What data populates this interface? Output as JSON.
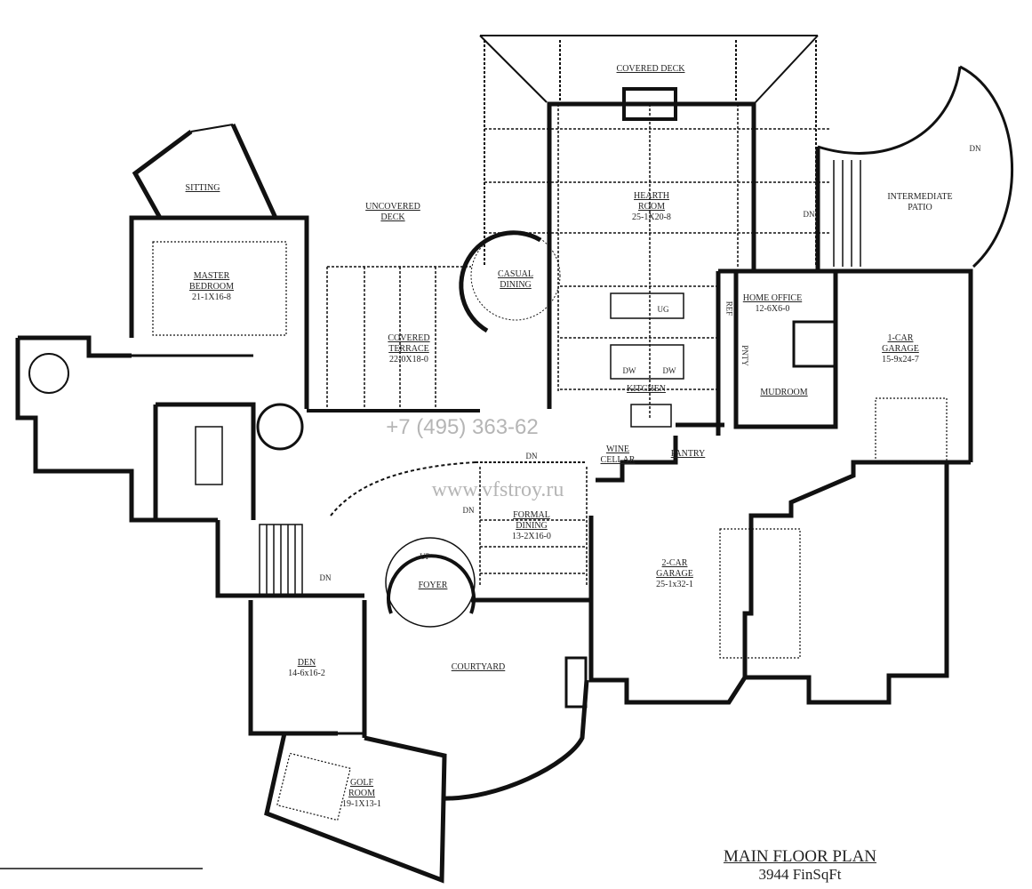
{
  "plan": {
    "title": "MAIN FLOOR PLAN",
    "area": "3944 FinSqFt"
  },
  "rooms": {
    "covered_deck": {
      "name": "COVERED DECK"
    },
    "sitting": {
      "name": "SITTING"
    },
    "uncovered_deck": {
      "name": "UNCOVERED DECK"
    },
    "hearth_room": {
      "name": "HEARTH ROOM",
      "dims": "25-1X20-8"
    },
    "intermediate_patio": {
      "name": "INTERMEDIATE PATIO"
    },
    "master_bedroom": {
      "name": "MASTER BEDROOM",
      "dims": "21-1X16-8"
    },
    "casual_dining": {
      "name": "CASUAL DINING"
    },
    "covered_terrace": {
      "name": "COVERED TERRACE",
      "dims": "22-0X18-0"
    },
    "home_office": {
      "name": "HOME OFFICE",
      "dims": "12-6X6-0"
    },
    "one_car_garage": {
      "name": "1-CAR GARAGE",
      "dims": "15-9x24-7"
    },
    "mudroom": {
      "name": "MUDROOM"
    },
    "kitchen": {
      "name": "KITCHEN"
    },
    "wine_cellar": {
      "name": "WINE CELLAR"
    },
    "pantry": {
      "name": "PANTRY"
    },
    "formal_dining": {
      "name": "FORMAL DINING",
      "dims": "13-2X16-0"
    },
    "two_car_garage": {
      "name": "2-CAR GARAGE",
      "dims": "25-1x32-1"
    },
    "foyer": {
      "name": "FOYER"
    },
    "den": {
      "name": "DEN",
      "dims": "14-6x16-2"
    },
    "courtyard": {
      "name": "COURTYARD"
    },
    "golf_room": {
      "name": "GOLF ROOM",
      "dims": "19-1X13-1"
    }
  },
  "annotations": {
    "dn": "DN",
    "up": "UP",
    "dw": "DW",
    "ug": "UG",
    "ref": "REF",
    "pnty": "PNTY"
  },
  "watermark": {
    "phone": "+7 (495) 363-62",
    "url": "www.vfstroy.ru"
  },
  "colors": {
    "ink": "#111111",
    "paper": "#ffffff",
    "watermark": "#8a8a8a"
  }
}
